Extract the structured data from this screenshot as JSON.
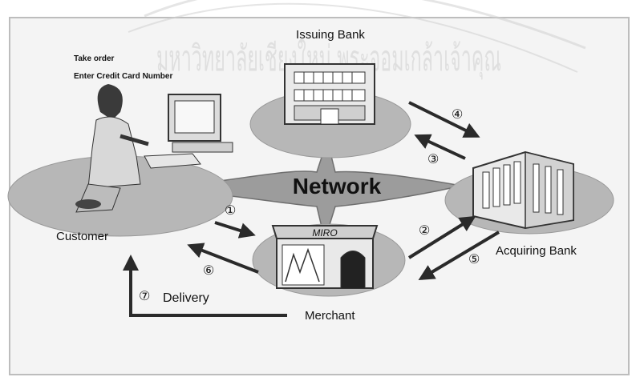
{
  "diagram": {
    "customer_note_line1": "Take order",
    "customer_note_line2": "Enter Credit Card Number",
    "hub_label": "Network",
    "watermark_text": "มหาวิทยาลัยเชียงใหม่ พระจอมเกล้าเจ้าคุณ",
    "nodes": {
      "customer": "Customer",
      "issuing_bank": "Issuing Bank",
      "acquiring_bank": "Acquiring Bank",
      "merchant": "Merchant",
      "merchant_sign": "MIRO"
    },
    "steps": [
      {
        "number": "①",
        "from": "customer",
        "to": "merchant"
      },
      {
        "number": "②",
        "from": "merchant",
        "to": "acquiring_bank"
      },
      {
        "number": "③",
        "from": "acquiring_bank",
        "to": "issuing_bank"
      },
      {
        "number": "④",
        "from": "issuing_bank",
        "to": "acquiring_bank"
      },
      {
        "number": "⑤",
        "from": "acquiring_bank",
        "to": "merchant"
      },
      {
        "number": "⑥",
        "from": "merchant",
        "to": "customer"
      },
      {
        "number": "⑦",
        "from": "merchant",
        "to": "customer",
        "label": "Delivery"
      }
    ]
  },
  "colors": {
    "frame_bg": "#f4f4f4",
    "blob": "#b7b7b7",
    "network": "#9c9c9c",
    "arrow": "#2a2a2a",
    "watermark": "#d6d6d6"
  }
}
